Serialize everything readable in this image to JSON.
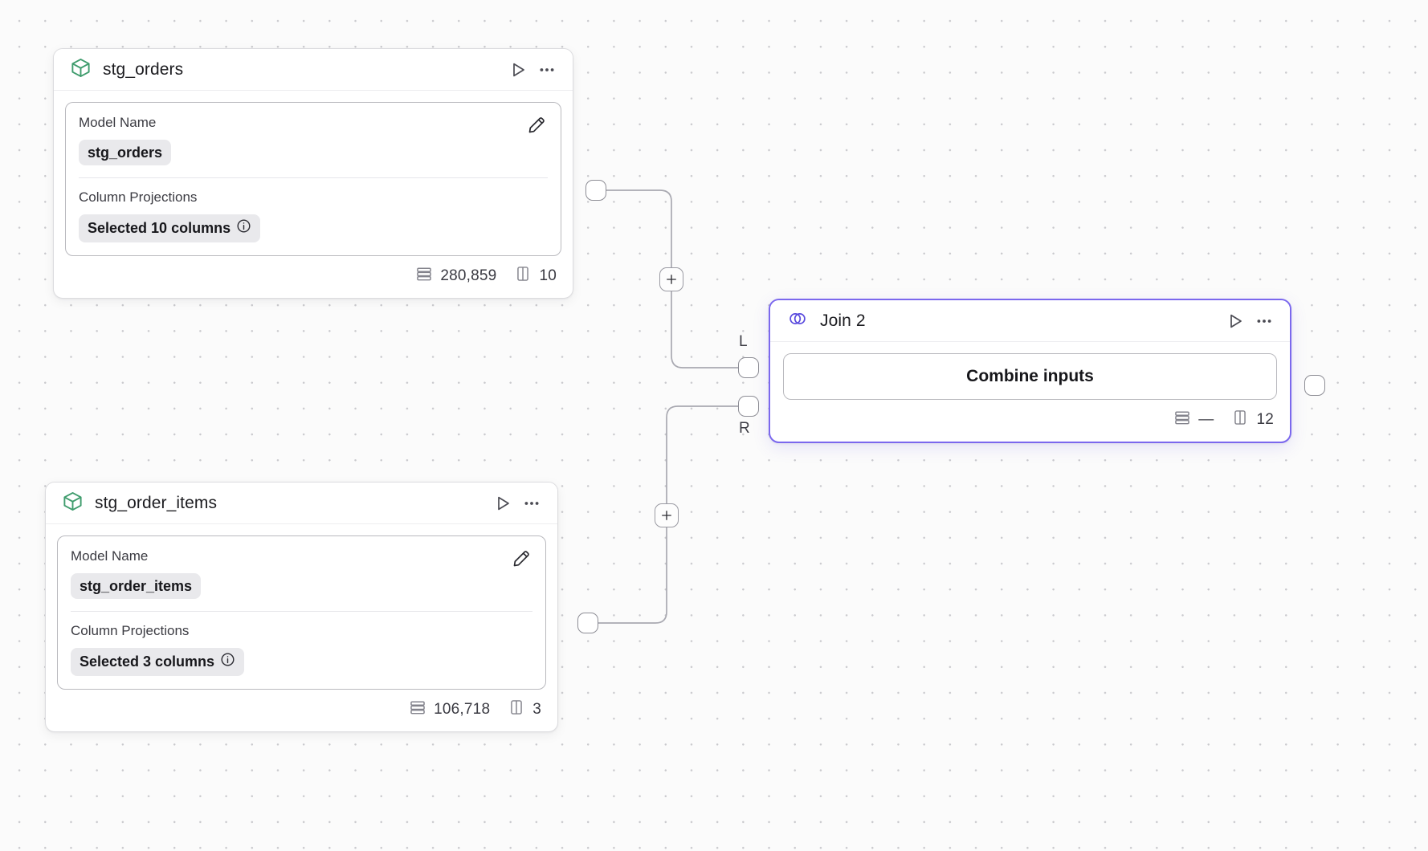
{
  "canvas": {
    "background_color": "#fbfbfb",
    "grid_dot_color": "#c9c9cd"
  },
  "theme": {
    "accent_selected": "#7b68ee",
    "model_icon_color": "#3f9c6d",
    "chip_background": "#e9e9ec",
    "card_border": "#dcdcdf"
  },
  "nodes": [
    {
      "id": "stg_orders",
      "type": "model",
      "icon": "cube-icon",
      "title": "stg_orders",
      "selected": false,
      "actions": {
        "run_label": "run",
        "more_label": "more"
      },
      "fields": {
        "model_name_label": "Model Name",
        "model_name_value": "stg_orders",
        "column_projections_label": "Column Projections",
        "column_projections_value": "Selected 10 columns"
      },
      "footer": {
        "rows_icon": "rows-icon",
        "rows": "280,859",
        "columns_icon": "columns-icon",
        "columns": "10"
      }
    },
    {
      "id": "stg_order_items",
      "type": "model",
      "icon": "cube-icon",
      "title": "stg_order_items",
      "selected": false,
      "actions": {
        "run_label": "run",
        "more_label": "more"
      },
      "fields": {
        "model_name_label": "Model Name",
        "model_name_value": "stg_order_items",
        "column_projections_label": "Column Projections",
        "column_projections_value": "Selected 3 columns"
      },
      "footer": {
        "rows_icon": "rows-icon",
        "rows": "106,718",
        "columns_icon": "columns-icon",
        "columns": "3"
      }
    },
    {
      "id": "join_2",
      "type": "join",
      "icon": "venn-icon",
      "title": "Join 2",
      "selected": true,
      "actions": {
        "run_label": "run",
        "more_label": "more"
      },
      "body": {
        "combine_button_label": "Combine inputs"
      },
      "input_ports": [
        {
          "id": "left",
          "label": "L"
        },
        {
          "id": "right",
          "label": "R"
        }
      ],
      "footer": {
        "rows_icon": "rows-icon",
        "rows": "—",
        "columns_icon": "columns-icon",
        "columns": "12"
      }
    }
  ],
  "edges": [
    {
      "id": "edge-orders-to-left",
      "from": "stg_orders",
      "to": "join_2.left",
      "insert_button_label": "+"
    },
    {
      "id": "edge-order-items-to-right",
      "from": "stg_order_items",
      "to": "join_2.right",
      "insert_button_label": "+"
    }
  ]
}
